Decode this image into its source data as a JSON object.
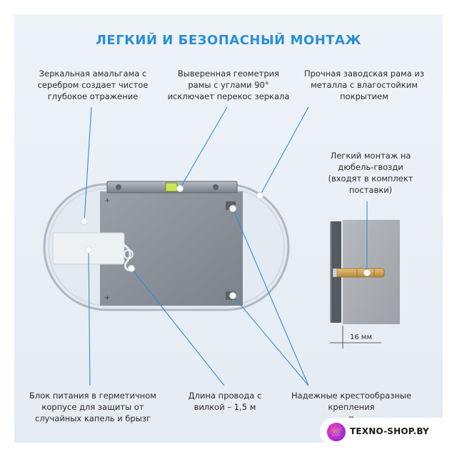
{
  "title": "ЛЕГКИЙ И БЕЗОПАСНЫЙ МОНТАЖ",
  "captions": {
    "amalgam": [
      "Зеркальная амальгама с",
      "серебром создает чистое",
      "глубокое отражение"
    ],
    "geometry": [
      "Выверенная геометрия",
      "рамы с углами 90°",
      "исключает перекос зеркала"
    ],
    "frame": [
      "Прочная заводская рама из",
      "металла с влагостойким",
      "покрытием"
    ],
    "mounting": [
      "Легкий монтаж на",
      "дюбель-гвозди",
      "(входят в комплект",
      "поставки)"
    ],
    "power": [
      "Блок питания в герметичном",
      "корпусе для защиты от",
      "случайных капель и брызг"
    ],
    "cable": [
      "Длина провода с",
      "вилкой – 1,5 м"
    ],
    "brackets": [
      "Надежные крестообразные",
      "крепления",
      "п"
    ]
  },
  "dimension_label": "16 мм",
  "brand": {
    "name": "TEXNO-SHOP.BY",
    "icon": "shopping-cart-icon"
  },
  "colors": {
    "title": "#2a8fd6",
    "leader_lines": "#2f8fd8",
    "background": "#e9eff5",
    "mirror_frame": "#c9d3dc",
    "back_plate": "#8c929a",
    "wall": "#a9adb1"
  }
}
